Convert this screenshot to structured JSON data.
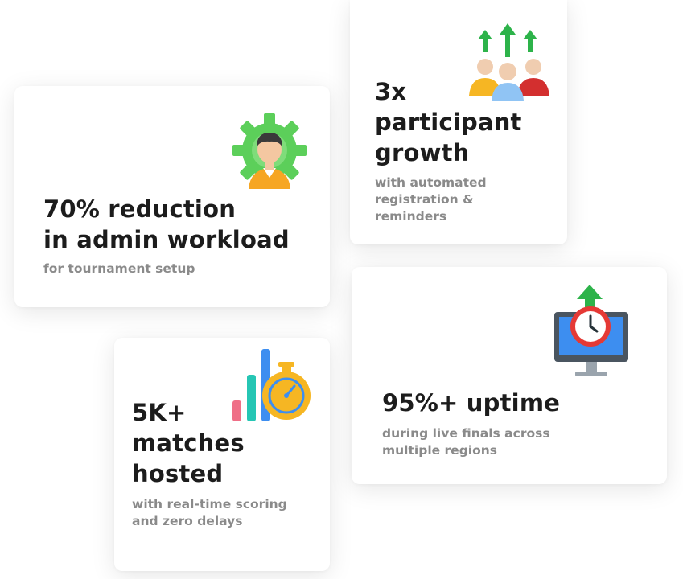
{
  "cards": [
    {
      "id": "admin",
      "headline": "70% reduction\nin admin workload",
      "subtext": "for tournament setup",
      "icon": "gear-person-icon"
    },
    {
      "id": "growth",
      "headline": "3x\nparticipant\ngrowth",
      "subtext": "with automated\nregistration &\nreminders",
      "icon": "group-growth-arrows-icon"
    },
    {
      "id": "matches",
      "headline": "5K+\nmatches\nhosted",
      "subtext": "with real-time scoring\nand zero delays",
      "icon": "bar-chart-stopwatch-icon"
    },
    {
      "id": "uptime",
      "headline": "95%+ uptime",
      "subtext": "during live finals across\nmultiple regions",
      "icon": "monitor-clock-arrow-icon"
    }
  ],
  "colors": {
    "headline": "#1c1c1c",
    "subtext": "#8a8a8a",
    "green": "#2db34a",
    "gear_green": "#5ccf5a",
    "red": "#e53935",
    "orange": "#f6a623",
    "blue": "#3d8ef0",
    "teal": "#26c6b4",
    "pink": "#ef6f87"
  }
}
